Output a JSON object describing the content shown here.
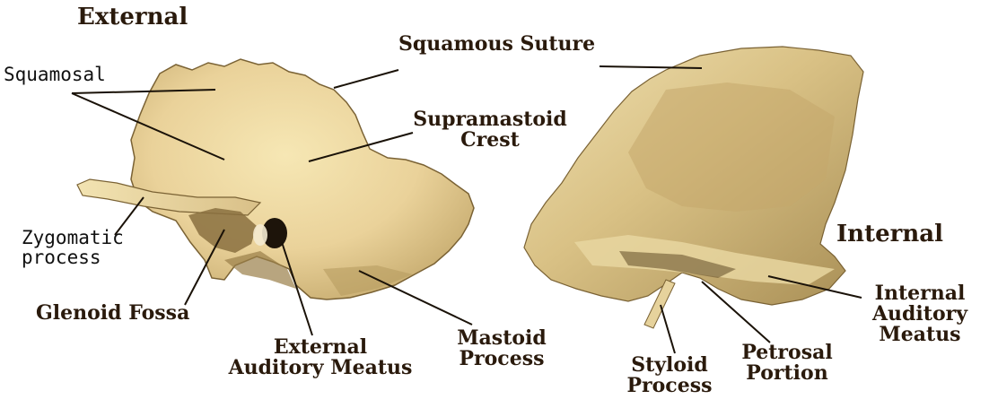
{
  "views": {
    "external_heading": "External",
    "internal_heading": "Internal"
  },
  "labels": {
    "squamous_suture": "Squamous Suture",
    "squamosal": "Squamosal",
    "supramastoid_crest_line1": "Supramastoid",
    "supramastoid_crest_line2": "Crest",
    "zygomatic_process_line1": "Zygomatic",
    "zygomatic_process_line2": "process",
    "glenoid_fossa": "Glenoid Fossa",
    "external_auditory_meatus_line1": "External",
    "external_auditory_meatus_line2": "Auditory Meatus",
    "mastoid_process_line1": "Mastoid",
    "mastoid_process_line2": "Process",
    "styloid_process_line1": "Styloid",
    "styloid_process_line2": "Process",
    "petrosal_portion_line1": "Petrosal",
    "petrosal_portion_line2": "Portion",
    "internal_auditory_meatus_line1": "Internal",
    "internal_auditory_meatus_line2": "Auditory",
    "internal_auditory_meatus_line3": "Meatus"
  },
  "colors": {
    "bone_light": "#f3e1a6",
    "bone_mid": "#e2c987",
    "bone_shadow": "#a98d52",
    "bone_dark": "#5e4a26",
    "label_text": "#2a1a0c",
    "leader_line": "#1a1208"
  }
}
